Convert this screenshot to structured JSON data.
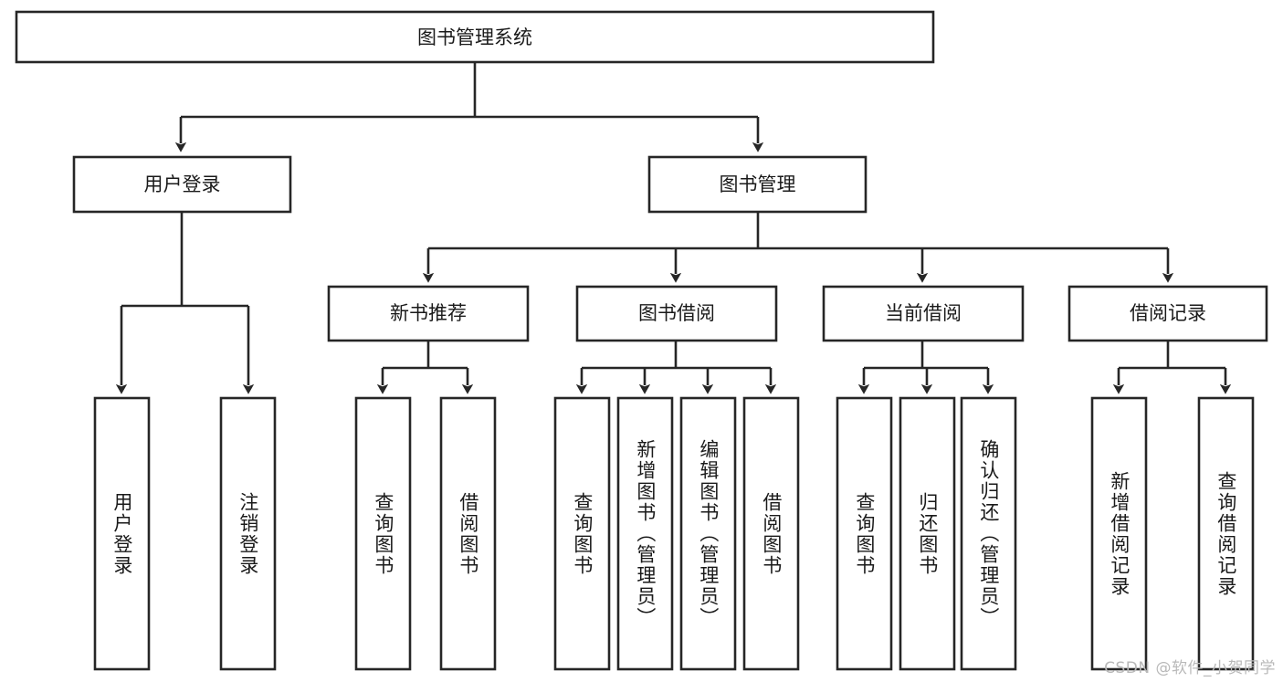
{
  "diagram": {
    "title": "图书管理系统",
    "type": "tree-hierarchy",
    "watermark": "CSDN @软件_小贺同学",
    "root": {
      "label": "图书管理系统"
    },
    "level2": [
      {
        "label": "用户登录"
      },
      {
        "label": "图书管理"
      }
    ],
    "level3": [
      {
        "label": "新书推荐"
      },
      {
        "label": "图书借阅"
      },
      {
        "label": "当前借阅"
      },
      {
        "label": "借阅记录"
      }
    ],
    "leaves": {
      "user_login": [
        {
          "label": "用户登录"
        },
        {
          "label": "注销登录"
        }
      ],
      "new_book_recommend": [
        {
          "label": "查询图书"
        },
        {
          "label": "借阅图书"
        }
      ],
      "book_borrow": [
        {
          "label": "查询图书"
        },
        {
          "label": "新增图书（管理员）"
        },
        {
          "label": "编辑图书（管理员）"
        },
        {
          "label": "借阅图书"
        }
      ],
      "current_borrow": [
        {
          "label": "查询图书"
        },
        {
          "label": "归还图书"
        },
        {
          "label": "确认归还（管理员）"
        }
      ],
      "borrow_records": [
        {
          "label": "新增借阅记录"
        },
        {
          "label": "查询借阅记录"
        }
      ]
    }
  }
}
